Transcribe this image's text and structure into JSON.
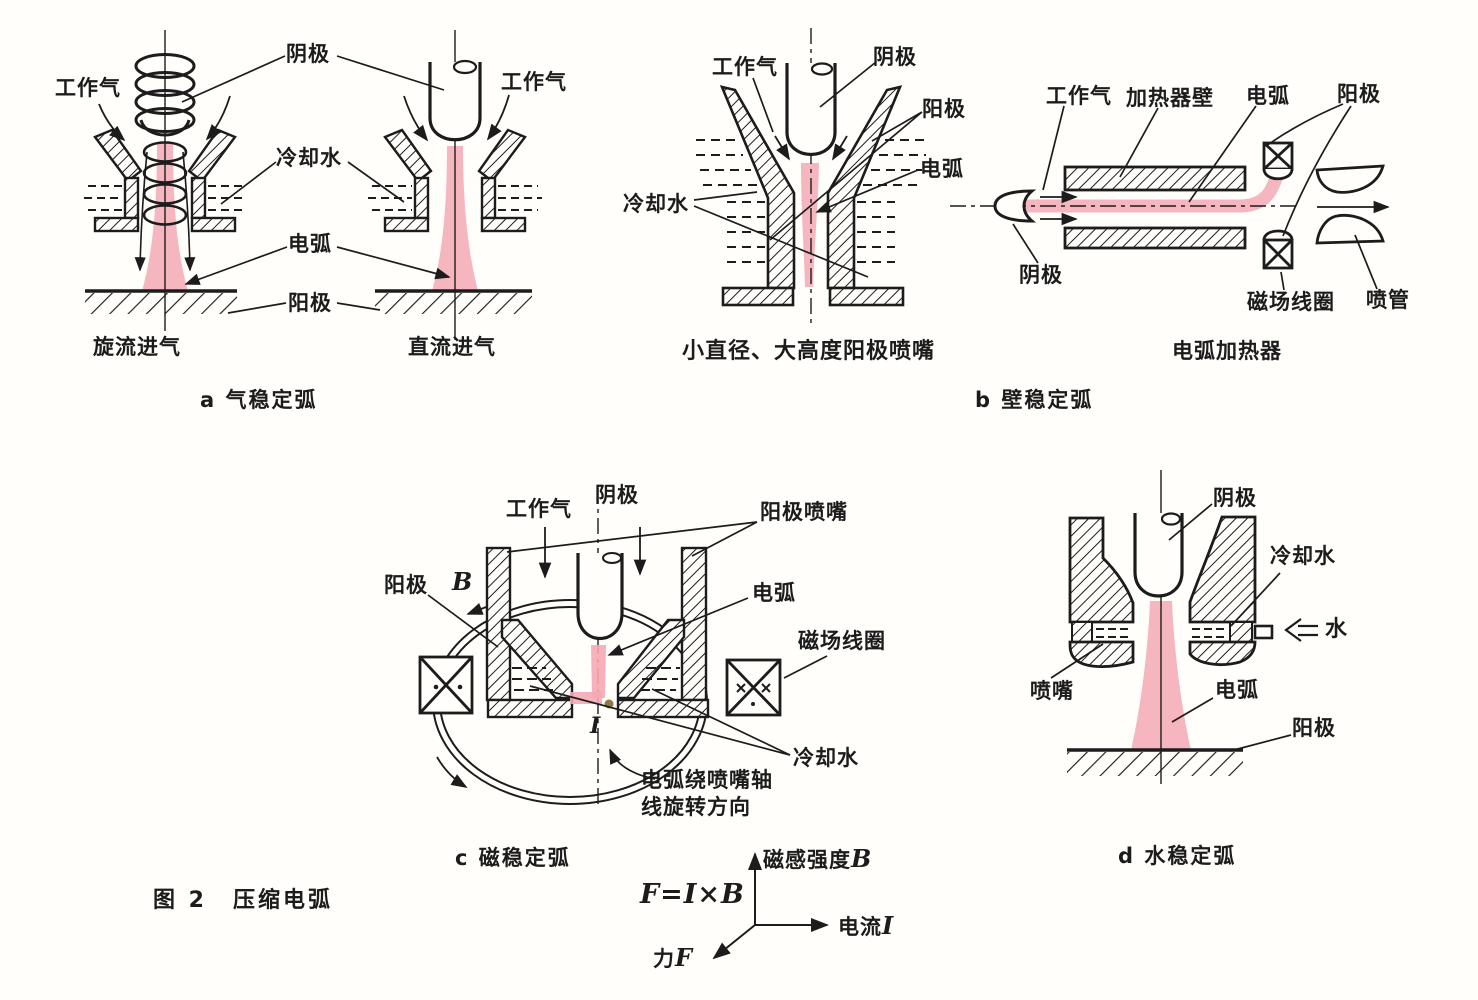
{
  "figure": {
    "caption_number": "图 2",
    "caption_title": "压缩电弧"
  },
  "colors": {
    "arc_pink": "#f5a9b4",
    "ink": "#1c1c1c",
    "paper": "#fffefa"
  },
  "panel_a": {
    "caption": "a 气稳定弧",
    "swirl_caption": "旋流进气",
    "straight_caption": "直流进气",
    "labels": {
      "working_gas_left": "工作气",
      "cathode": "阴极",
      "cooling_water": "冷却水",
      "arc": "电弧",
      "anode": "阳极",
      "working_gas_right": "工作气"
    }
  },
  "panel_b": {
    "caption": "b 壁稳定弧",
    "nozzle_caption": "小直径、大高度阳极喷嘴",
    "heater_caption": "电弧加热器",
    "nozzle_labels": {
      "working_gas": "工作气",
      "cathode": "阴极",
      "anode": "阳极",
      "arc": "电弧",
      "cooling_water": "冷却水"
    },
    "heater_labels": {
      "working_gas": "工作气",
      "heater_wall": "加热器壁",
      "arc": "电弧",
      "anode": "阳极",
      "cathode": "阴极",
      "field_coil": "磁场线圈",
      "nozzle_pipe": "喷管"
    }
  },
  "panel_c": {
    "caption": "c 磁稳定弧",
    "labels": {
      "working_gas": "工作气",
      "cathode": "阴极",
      "anode_nozzle": "阳极喷嘴",
      "anode": "阳极",
      "flux_b": "B",
      "arc": "电弧",
      "field_coil": "磁场线圈",
      "cooling_water": "冷却水",
      "current_i": "I",
      "rotation_note_line1": "电弧绕喷嘴轴",
      "rotation_note_line2": "线旋转方向"
    }
  },
  "panel_d": {
    "caption": "d 水稳定弧",
    "labels": {
      "cathode": "阴极",
      "cooling_water": "冷却水",
      "water": "水",
      "nozzle": "喷嘴",
      "arc": "电弧",
      "anode": "阳极"
    }
  },
  "vector_diagram": {
    "formula": "F=I×B",
    "b_axis": {
      "prefix": "磁感强度",
      "symbol": "B"
    },
    "i_axis": {
      "prefix": "电流",
      "symbol": "I"
    },
    "f_axis": {
      "prefix": "力",
      "symbol": "F"
    }
  }
}
